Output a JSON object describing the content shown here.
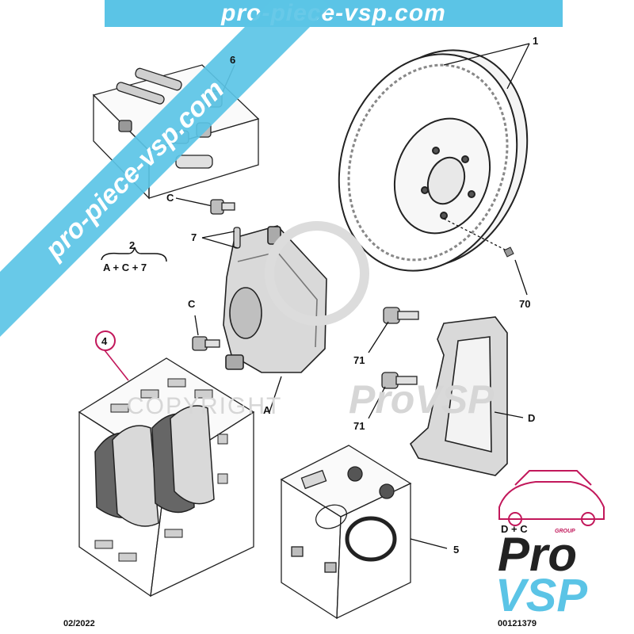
{
  "banner": {
    "top_text": "pro-piece-vsp.com",
    "diagonal_text": "pro-piece-vsp.com"
  },
  "callouts": {
    "c1": "1",
    "c6": "6",
    "cC_top": "C",
    "c7": "7",
    "c2": "2",
    "c2_formula": "A + C + 7",
    "cC_mid": "C",
    "c4": "4",
    "c70": "70",
    "c71_top": "71",
    "c71_bottom": "71",
    "cA": "A",
    "cD": "D",
    "c5": "5",
    "cDC": "D + C"
  },
  "watermark": {
    "copyright": "COPYRIGHT",
    "brand": "ProVSP"
  },
  "logo": {
    "group": "GROUP",
    "pro": "Pro",
    "vsp": "VSP"
  },
  "footer": {
    "date": "02/2022",
    "ref": "00121379"
  },
  "colors": {
    "accent": "#5bc4e6",
    "callout_red": "#c2185b",
    "line": "#111111"
  }
}
